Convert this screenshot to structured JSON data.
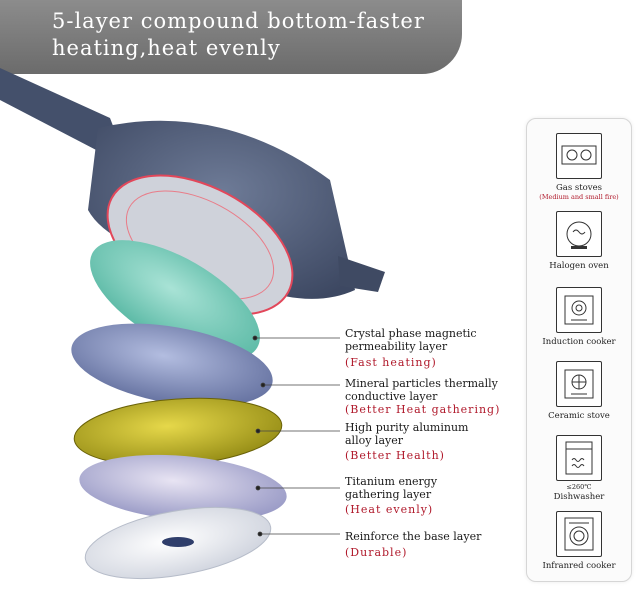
{
  "banner": {
    "line1": "5-layer compound bottom-faster",
    "line2": "heating,heat evenly"
  },
  "layers": [
    {
      "name_lines": [
        "Crystal phase magnetic",
        "permeability layer"
      ],
      "benefit": "(Fast heating)",
      "color": "#6fcab8"
    },
    {
      "name_lines": [
        "Mineral particles thermally",
        "conductive layer"
      ],
      "benefit": "(Better Heat gathering)",
      "color": "#7b89b6"
    },
    {
      "name_lines": [
        "High purity aluminum",
        "alloy layer"
      ],
      "benefit": "(Better Health)",
      "color": "#c3b62a"
    },
    {
      "name_lines": [
        "Titanium energy",
        "gathering layer"
      ],
      "benefit": "(Heat evenly)",
      "color": "#9d9fc6"
    },
    {
      "name_lines": [
        "Reinforce the base layer"
      ],
      "benefit": "(Durable)",
      "color": "#d8dce6"
    }
  ],
  "compatibility": [
    {
      "label": "Gas stoves",
      "note": "(Medium and small fire)",
      "icon": "gas-stove-icon"
    },
    {
      "label": "Halogen oven",
      "icon": "halogen-oven-icon"
    },
    {
      "label": "Induction cooker",
      "icon": "induction-cooker-icon"
    },
    {
      "label": "Ceramic stove",
      "icon": "ceramic-stove-icon"
    },
    {
      "label": "Dishwasher",
      "note": "≤260℃",
      "icon": "dishwasher-icon"
    },
    {
      "label": "Infranred cooker",
      "icon": "infrared-cooker-icon"
    }
  ],
  "colors": {
    "banner_bg": "#7a7a7a",
    "pan_body": "#4a5773",
    "accent_red": "#b0192b"
  }
}
